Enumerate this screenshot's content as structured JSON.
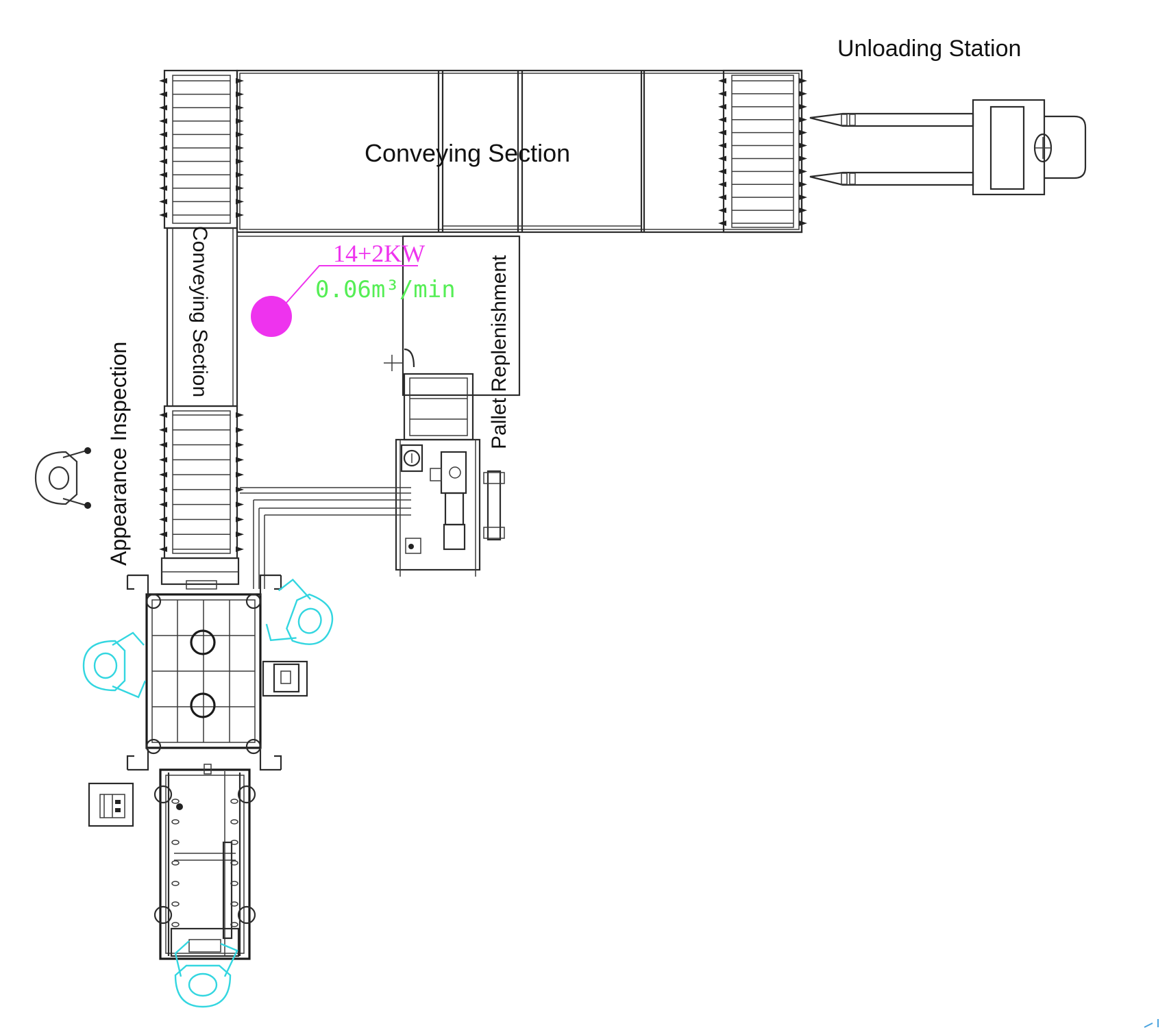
{
  "labels": {
    "unloading_station": "Unloading Station",
    "conveying_section_top": "Conveying Section",
    "conveying_section_vertical": "Conveying Section",
    "appearance_inspection": "Appearance Inspection",
    "pallet_replenishment": "Pallet Replenishment"
  },
  "spec": {
    "power": "14+2KW",
    "air_flow": "0.06m³/min"
  },
  "colors": {
    "line": "#2b2b2b",
    "operator": "#33d6e0",
    "power_marker": "#ee33ee",
    "air_text": "#55ee55"
  }
}
